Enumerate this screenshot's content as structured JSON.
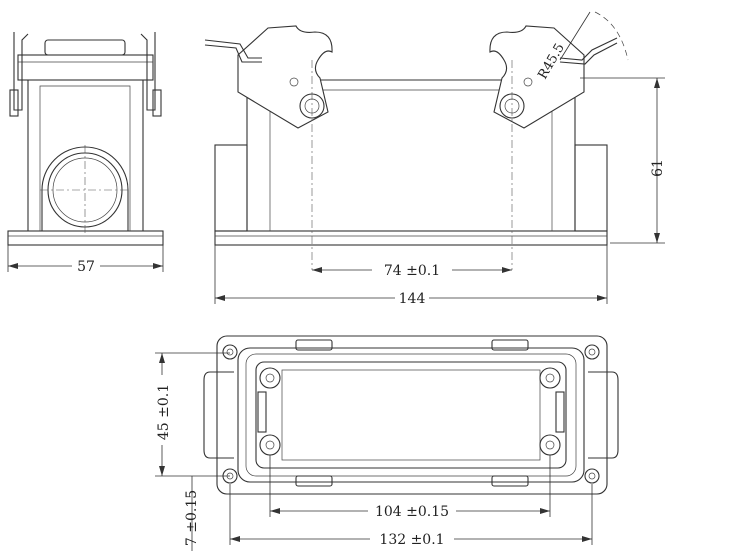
{
  "dimensions": {
    "side_width": "57",
    "pin_spacing": "74 ±0.1",
    "front_length": "144",
    "height": "61",
    "lever_radius": "R45.5",
    "inner_height": "45 ±0.1",
    "edge_offset": "7 ±0.15",
    "inner_length": "104 ±0.15",
    "mount_length": "132 ±0.1"
  }
}
